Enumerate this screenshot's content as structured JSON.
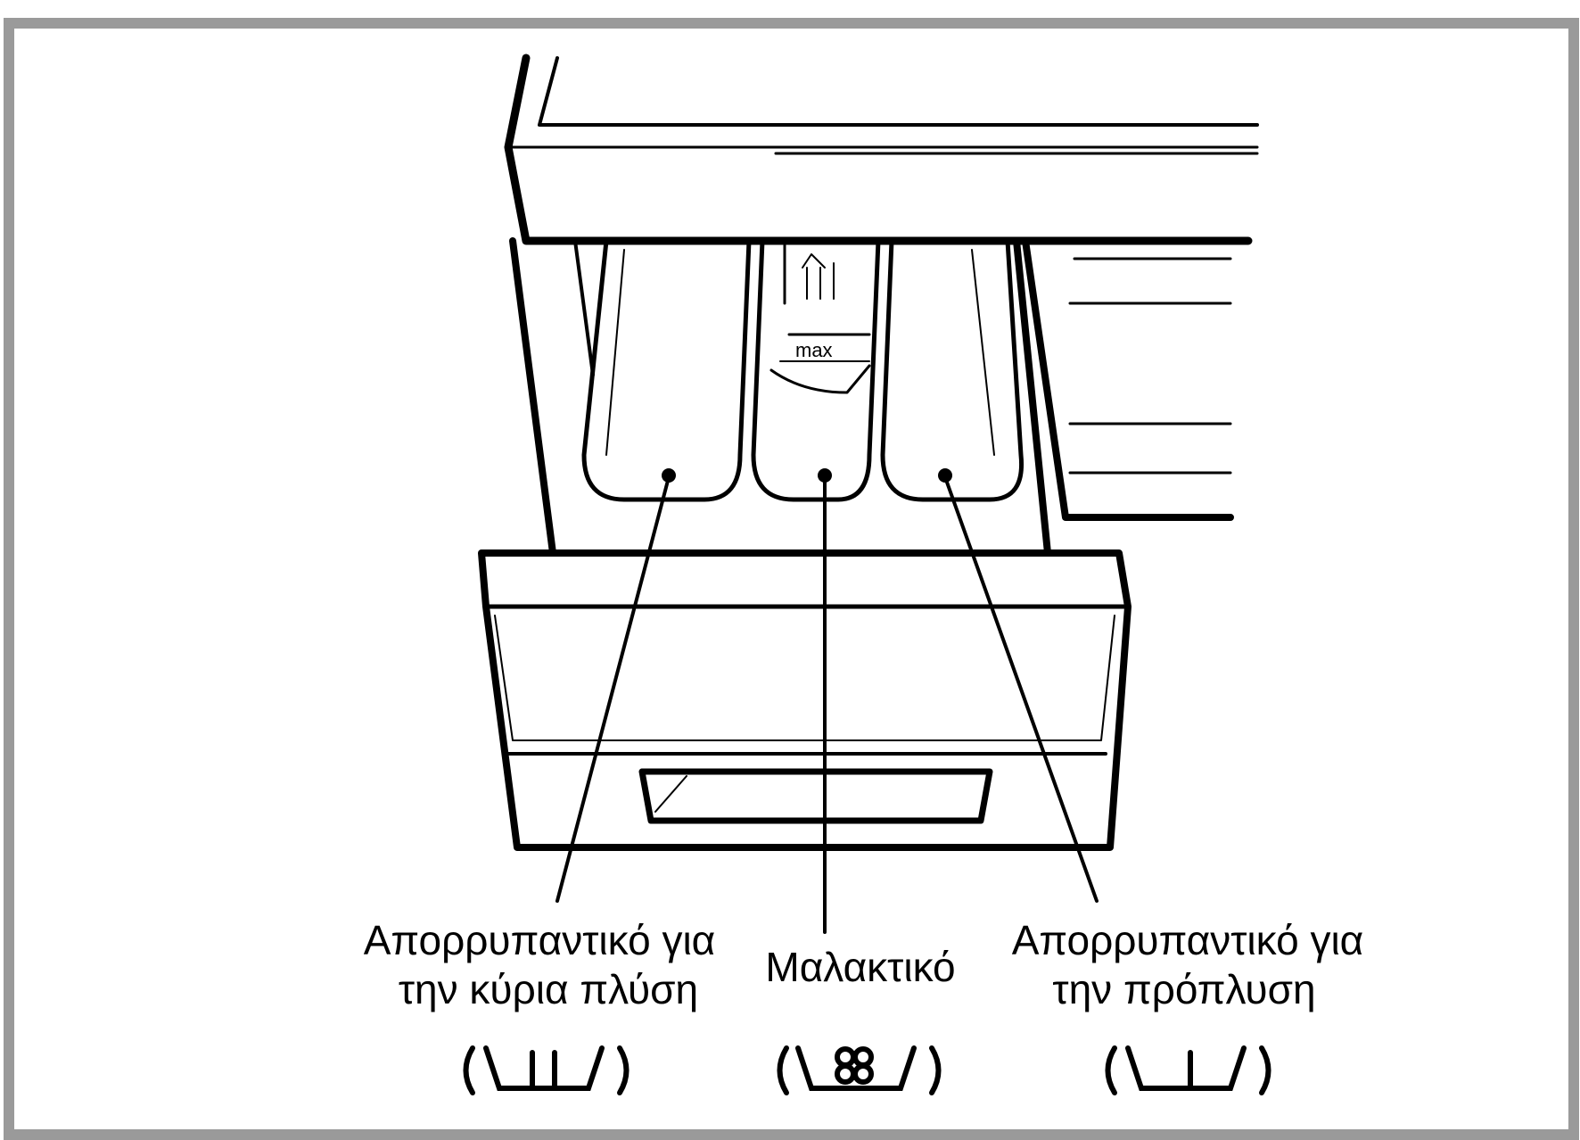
{
  "labels": {
    "main_wash_line1": "Απορρυπαντικό για",
    "main_wash_line2": "την κύρια πλύση",
    "softener": "Μαλακτικό",
    "prewash_line1": "Απορρυπαντικό για",
    "prewash_line2": "την πρόπλυση",
    "max_mark": "max"
  },
  "symbols": {
    "main_wash": "main-wash-II-icon",
    "softener": "softener-flower-icon",
    "prewash": "prewash-I-icon"
  },
  "colors": {
    "frame_border": "#9a9a9a",
    "line": "#000000",
    "background": "#ffffff"
  }
}
